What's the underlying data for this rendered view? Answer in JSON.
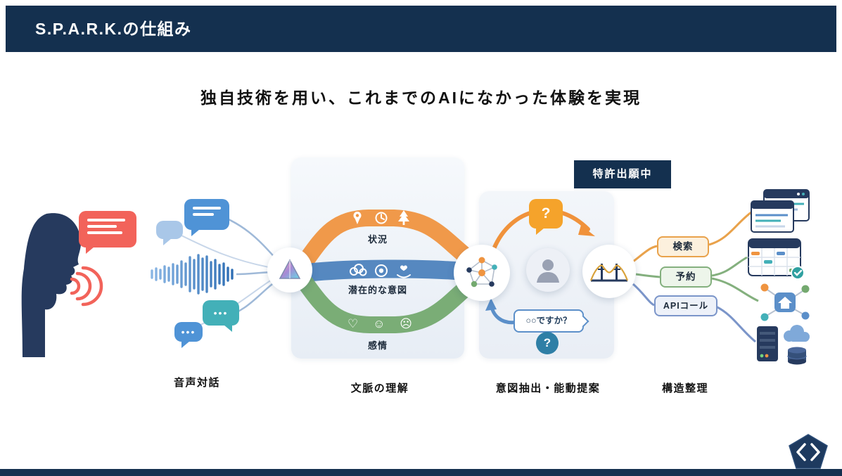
{
  "slide": {
    "title": "S.P.A.R.K.の仕組み",
    "subtitle": "独自技術を用い、これまでのAIになかった体験を実現",
    "patent_badge": "特許出願中"
  },
  "stages": [
    {
      "id": "voice",
      "label": "音声対話"
    },
    {
      "id": "context",
      "label": "文脈の理解"
    },
    {
      "id": "proposal",
      "label": "意図抽出・能動提案"
    },
    {
      "id": "structure",
      "label": "構造整理"
    }
  ],
  "context_bands": [
    {
      "id": "situation",
      "label": "状況"
    },
    {
      "id": "latent-intent",
      "label": "潜在的な意図"
    },
    {
      "id": "emotion",
      "label": "感情"
    }
  ],
  "proposal": {
    "question_bubble": "○○ですか？",
    "question_mark": "?"
  },
  "actions": [
    {
      "label": "検索"
    },
    {
      "label": "予約"
    },
    {
      "label": "APIコール"
    }
  ],
  "icons": {
    "heart": "♡",
    "smile": "☺",
    "sad": "☹",
    "dots": "•••"
  },
  "colors": {
    "header_bg": "#14304F",
    "navy": "#263A5E",
    "accent_red": "#F2635A",
    "accent_orange": "#EF9440",
    "accent_blue": "#4D82BD",
    "accent_green": "#74A96F",
    "accent_teal": "#43B0B8",
    "badge_orange": "#F5A32B"
  }
}
